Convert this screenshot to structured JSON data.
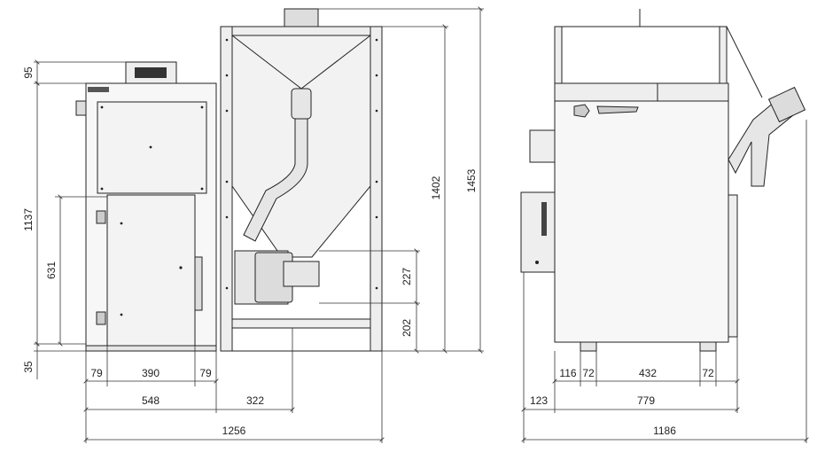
{
  "dimensions": {
    "front": {
      "controller_height": "95",
      "boiler_height": "1137",
      "door_height": "631",
      "base_height": "35",
      "side_gap_left": "79",
      "door_width": "390",
      "side_gap_right": "79",
      "boiler_width": "548",
      "hopper_offset": "322",
      "total_width": "1256",
      "hopper_frame_height": "1402",
      "total_height": "1453",
      "feeder_height": "227",
      "feeder_clearance": "202"
    },
    "side": {
      "leg_offset": "116",
      "leg_width_left": "72",
      "leg_spacing": "432",
      "leg_width_right": "72",
      "front_projection": "123",
      "body_depth": "779",
      "total_depth": "1186"
    }
  },
  "colors": {
    "body_fill": "#f7f7f7",
    "hopper_fill": "#f2f2f2",
    "outline": "#222222",
    "pipe_fill": "#e6e6e6",
    "frame_fill": "#ffffff"
  }
}
